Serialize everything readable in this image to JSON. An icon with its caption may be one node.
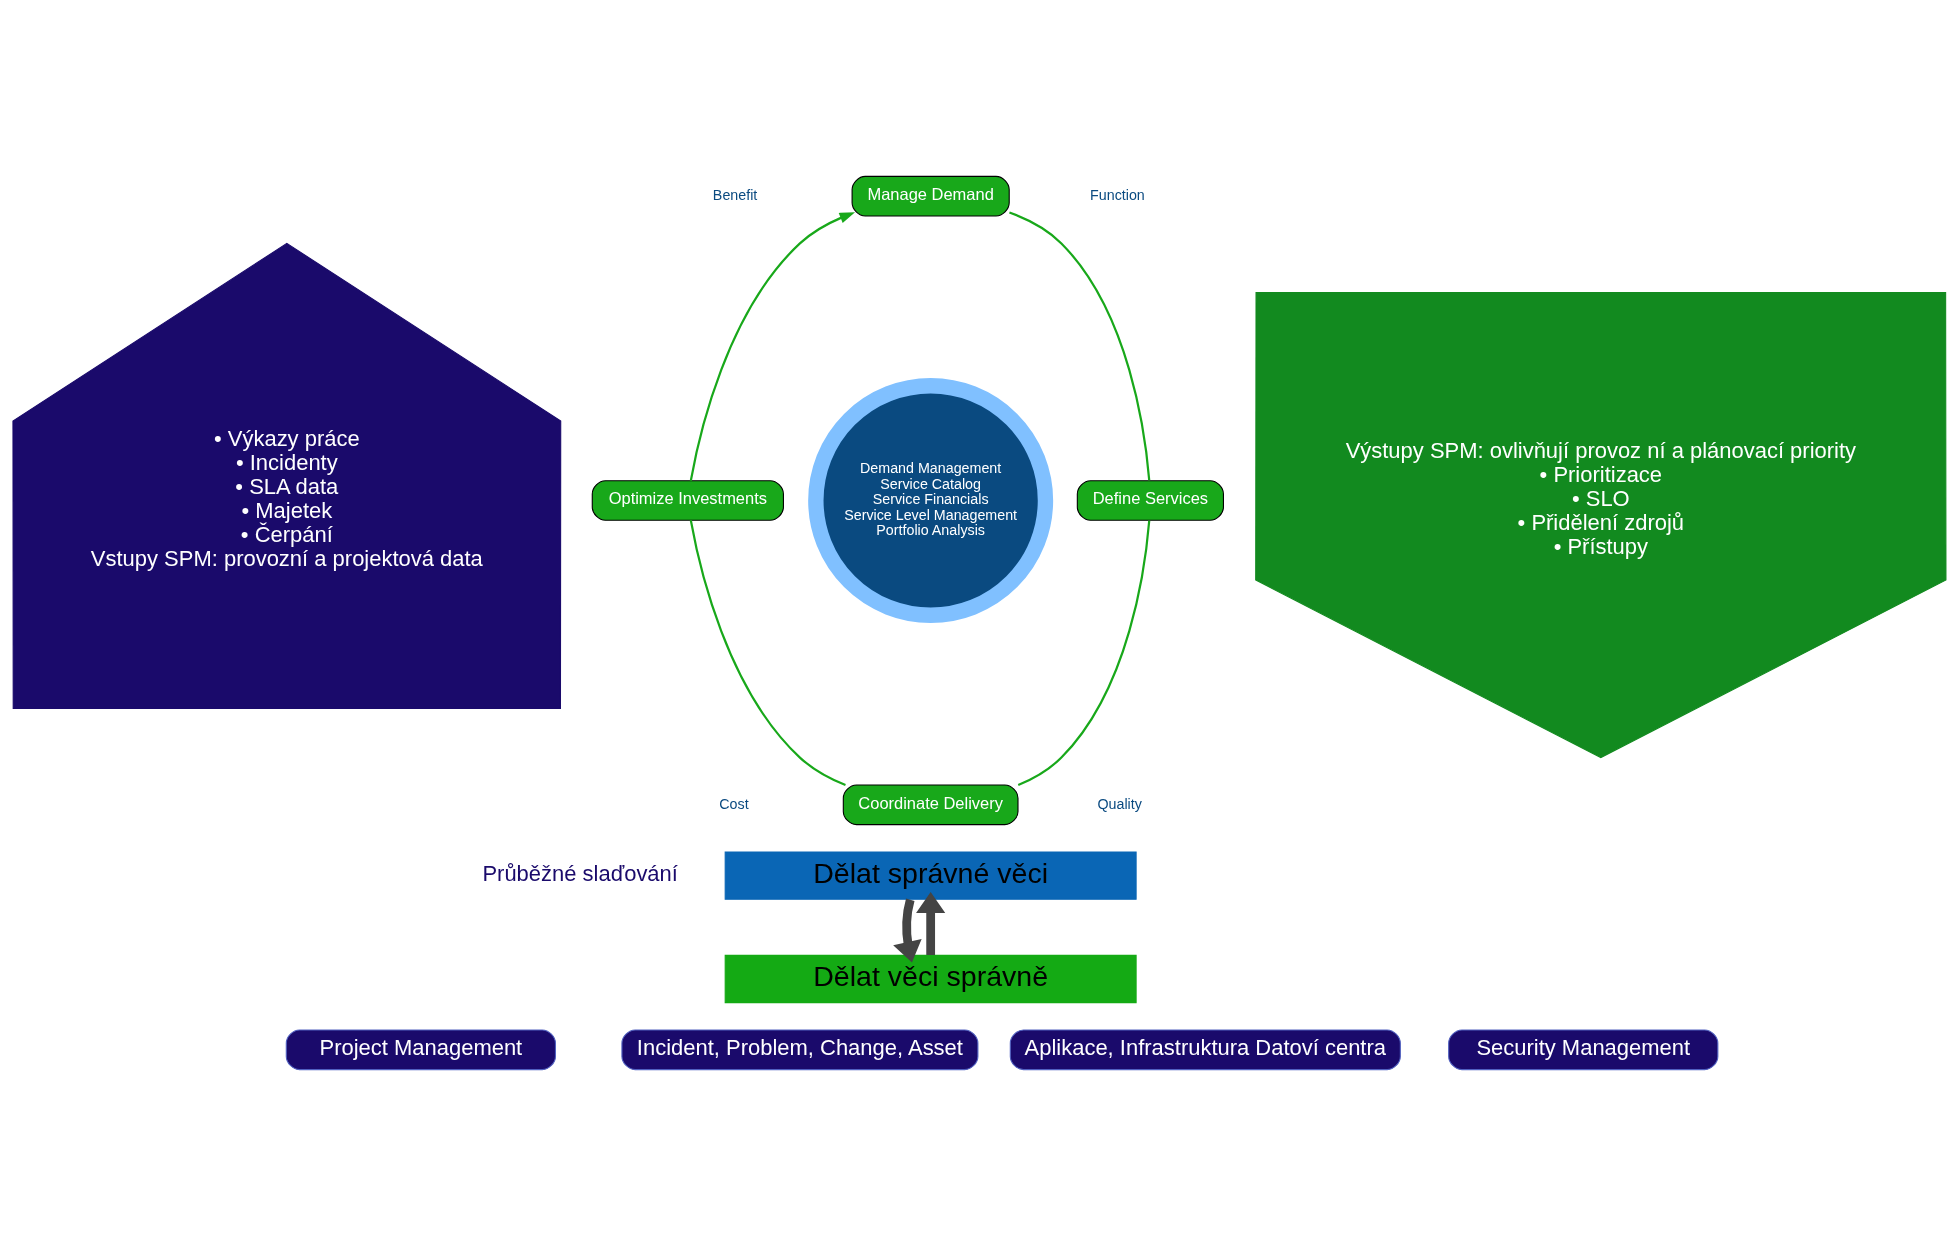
{
  "diagram": {
    "nodes": [
      {
        "text": [
          "• Výkazy práce",
          "• Incidenty",
          "• SLA data",
          "• Majetek",
          "• Čerpání",
          "Vstupy SPM: provozní a projektová data"
        ]
      },
      {
        "text": [
          "Demand Management",
          "Service Catalog",
          "Service Financials",
          "Service Level Management",
          "Portfolio Analysis"
        ]
      },
      {
        "text": [
          "Manage Demand"
        ]
      },
      {
        "text": [
          "Define Services"
        ]
      },
      {
        "text": [
          "Coordinate Delivery"
        ]
      },
      {
        "text": [
          "Optimize Investments"
        ]
      },
      {
        "text": [
          "Výstupy SPM: ovlivňují provoz ní a plánovací priority",
          "• Prioritizace",
          "• SLO",
          "• Přidělení zdrojů",
          "• Přístupy"
        ]
      },
      {
        "text": [
          "Dělat správné věci"
        ]
      },
      {
        "text": [
          "Dělat věci správně"
        ]
      },
      {
        "text": [
          "Project Management"
        ]
      },
      {
        "text": [
          "Incident, Problem, Change, Asset"
        ]
      },
      {
        "text": [
          "Aplikace, Infrastruktura Datoví centra"
        ]
      },
      {
        "text": [
          "Security Management"
        ]
      }
    ],
    "edges": [
      {
        "from": 2,
        "to": 3,
        "arrow": "none"
      },
      {
        "from": 3,
        "to": 4,
        "arrow": "none"
      },
      {
        "from": 4,
        "to": 5,
        "arrow": "none"
      },
      {
        "from": 5,
        "to": 2,
        "arrow": "to"
      },
      {
        "from": 7,
        "to": 8,
        "arrow": "to",
        "style": "thick",
        "color": "#444444"
      },
      {
        "from": 8,
        "to": 7,
        "arrow": "to",
        "style": "thick",
        "color": "#444444"
      }
    ],
    "labels": [
      "Benefit",
      "Function",
      "Cost",
      "Quality",
      "Průběžné slaďování"
    ]
  }
}
